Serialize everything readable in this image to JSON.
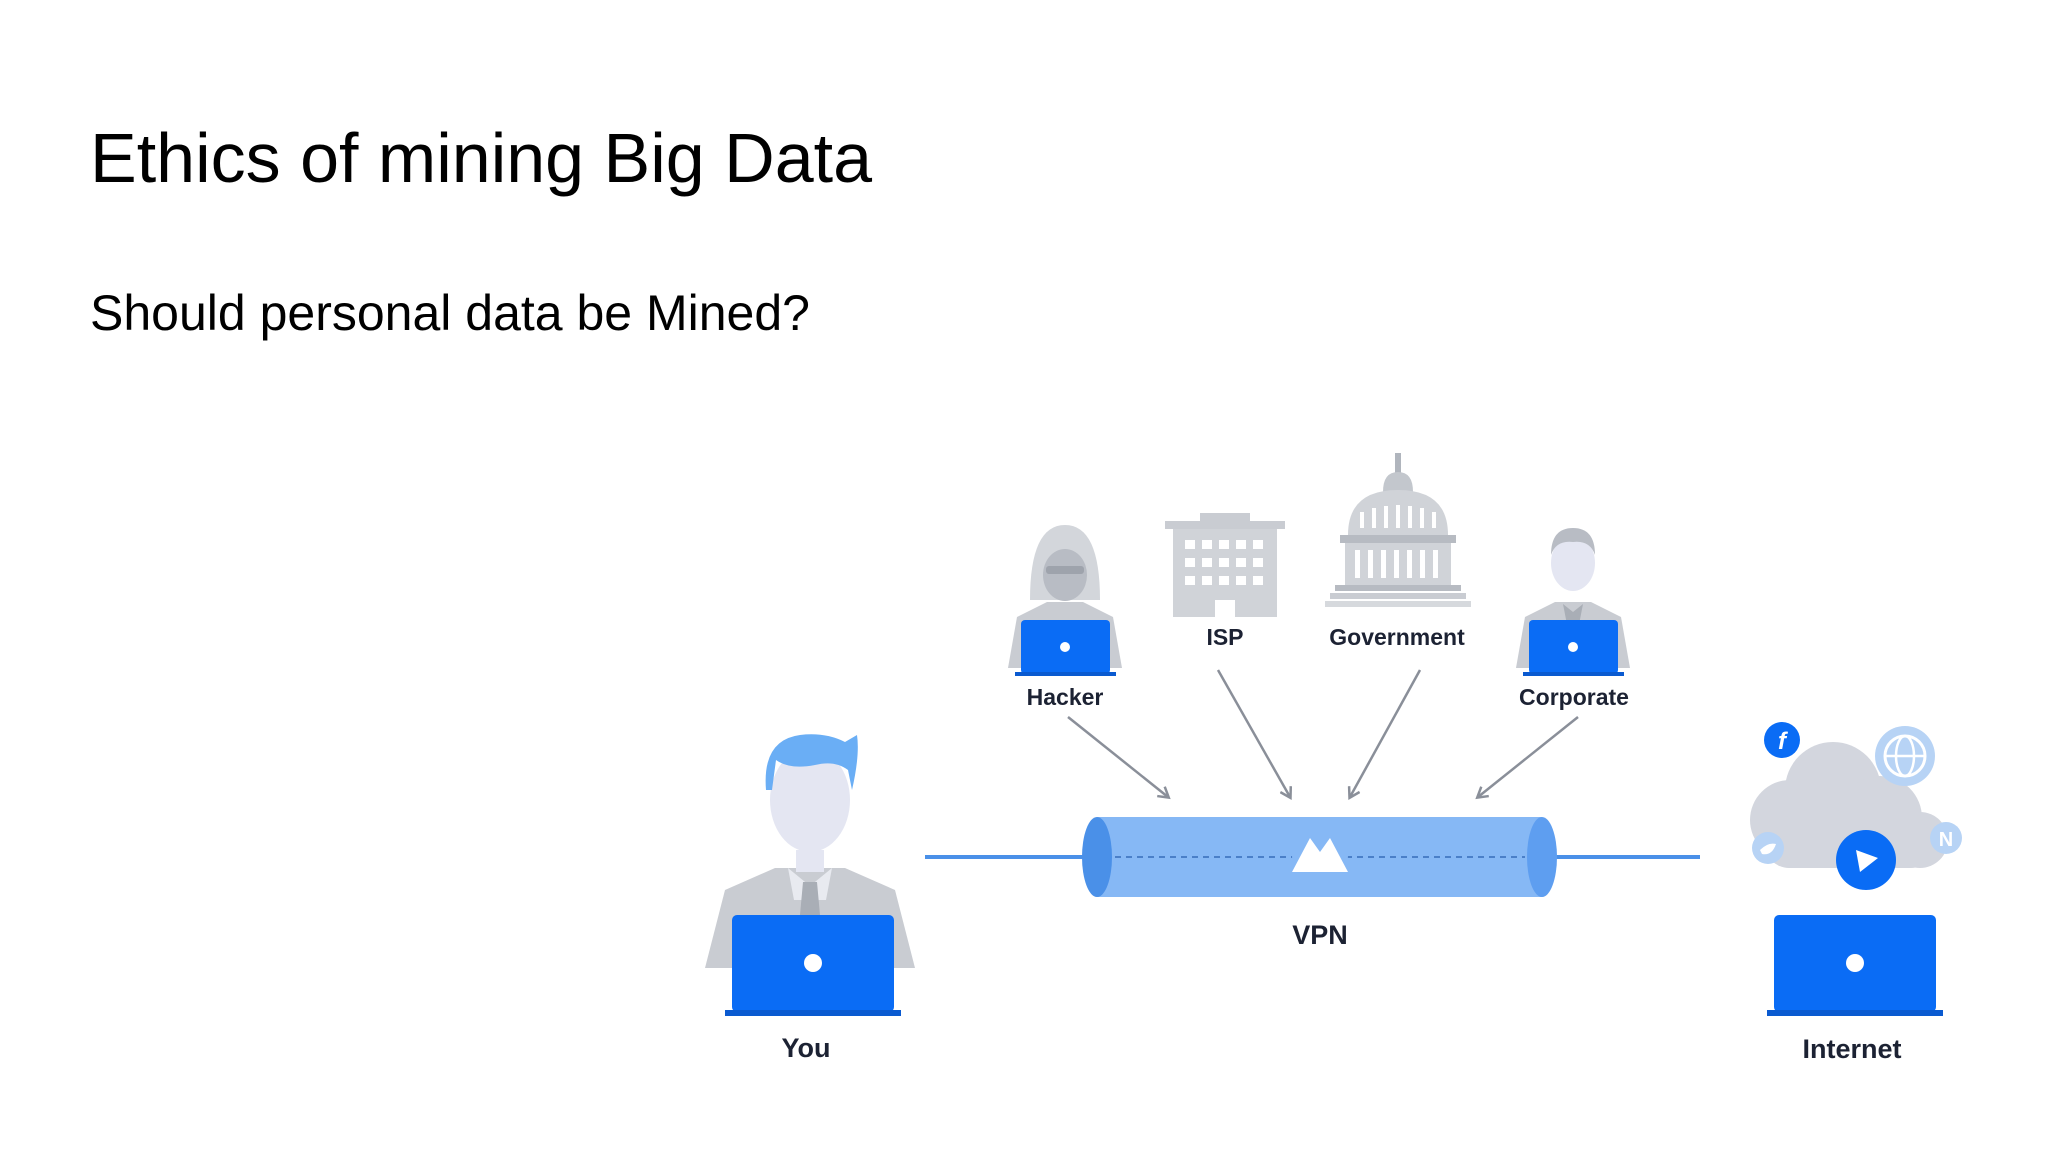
{
  "slide": {
    "title": "Ethics of mining Big Data",
    "subtitle": "Should personal data be Mined?"
  },
  "diagram": {
    "nodes": {
      "you": "You",
      "hacker": "Hacker",
      "isp": "ISP",
      "government": "Government",
      "corporate": "Corporate",
      "vpn": "VPN",
      "internet": "Internet"
    },
    "icons": {
      "you": "person-with-laptop-icon",
      "hacker": "hooded-hacker-icon",
      "isp": "office-building-icon",
      "government": "capitol-building-icon",
      "corporate": "businessman-icon",
      "vpn": "vpn-tunnel-icon",
      "internet": "cloud-laptop-icon"
    },
    "colors": {
      "primary_blue": "#0a6cf5",
      "tunnel_blue": "#86b8f5",
      "line_blue": "#4a90e8",
      "silhouette_gray": "#c9ccd2",
      "label_dark": "#1c2233"
    }
  }
}
